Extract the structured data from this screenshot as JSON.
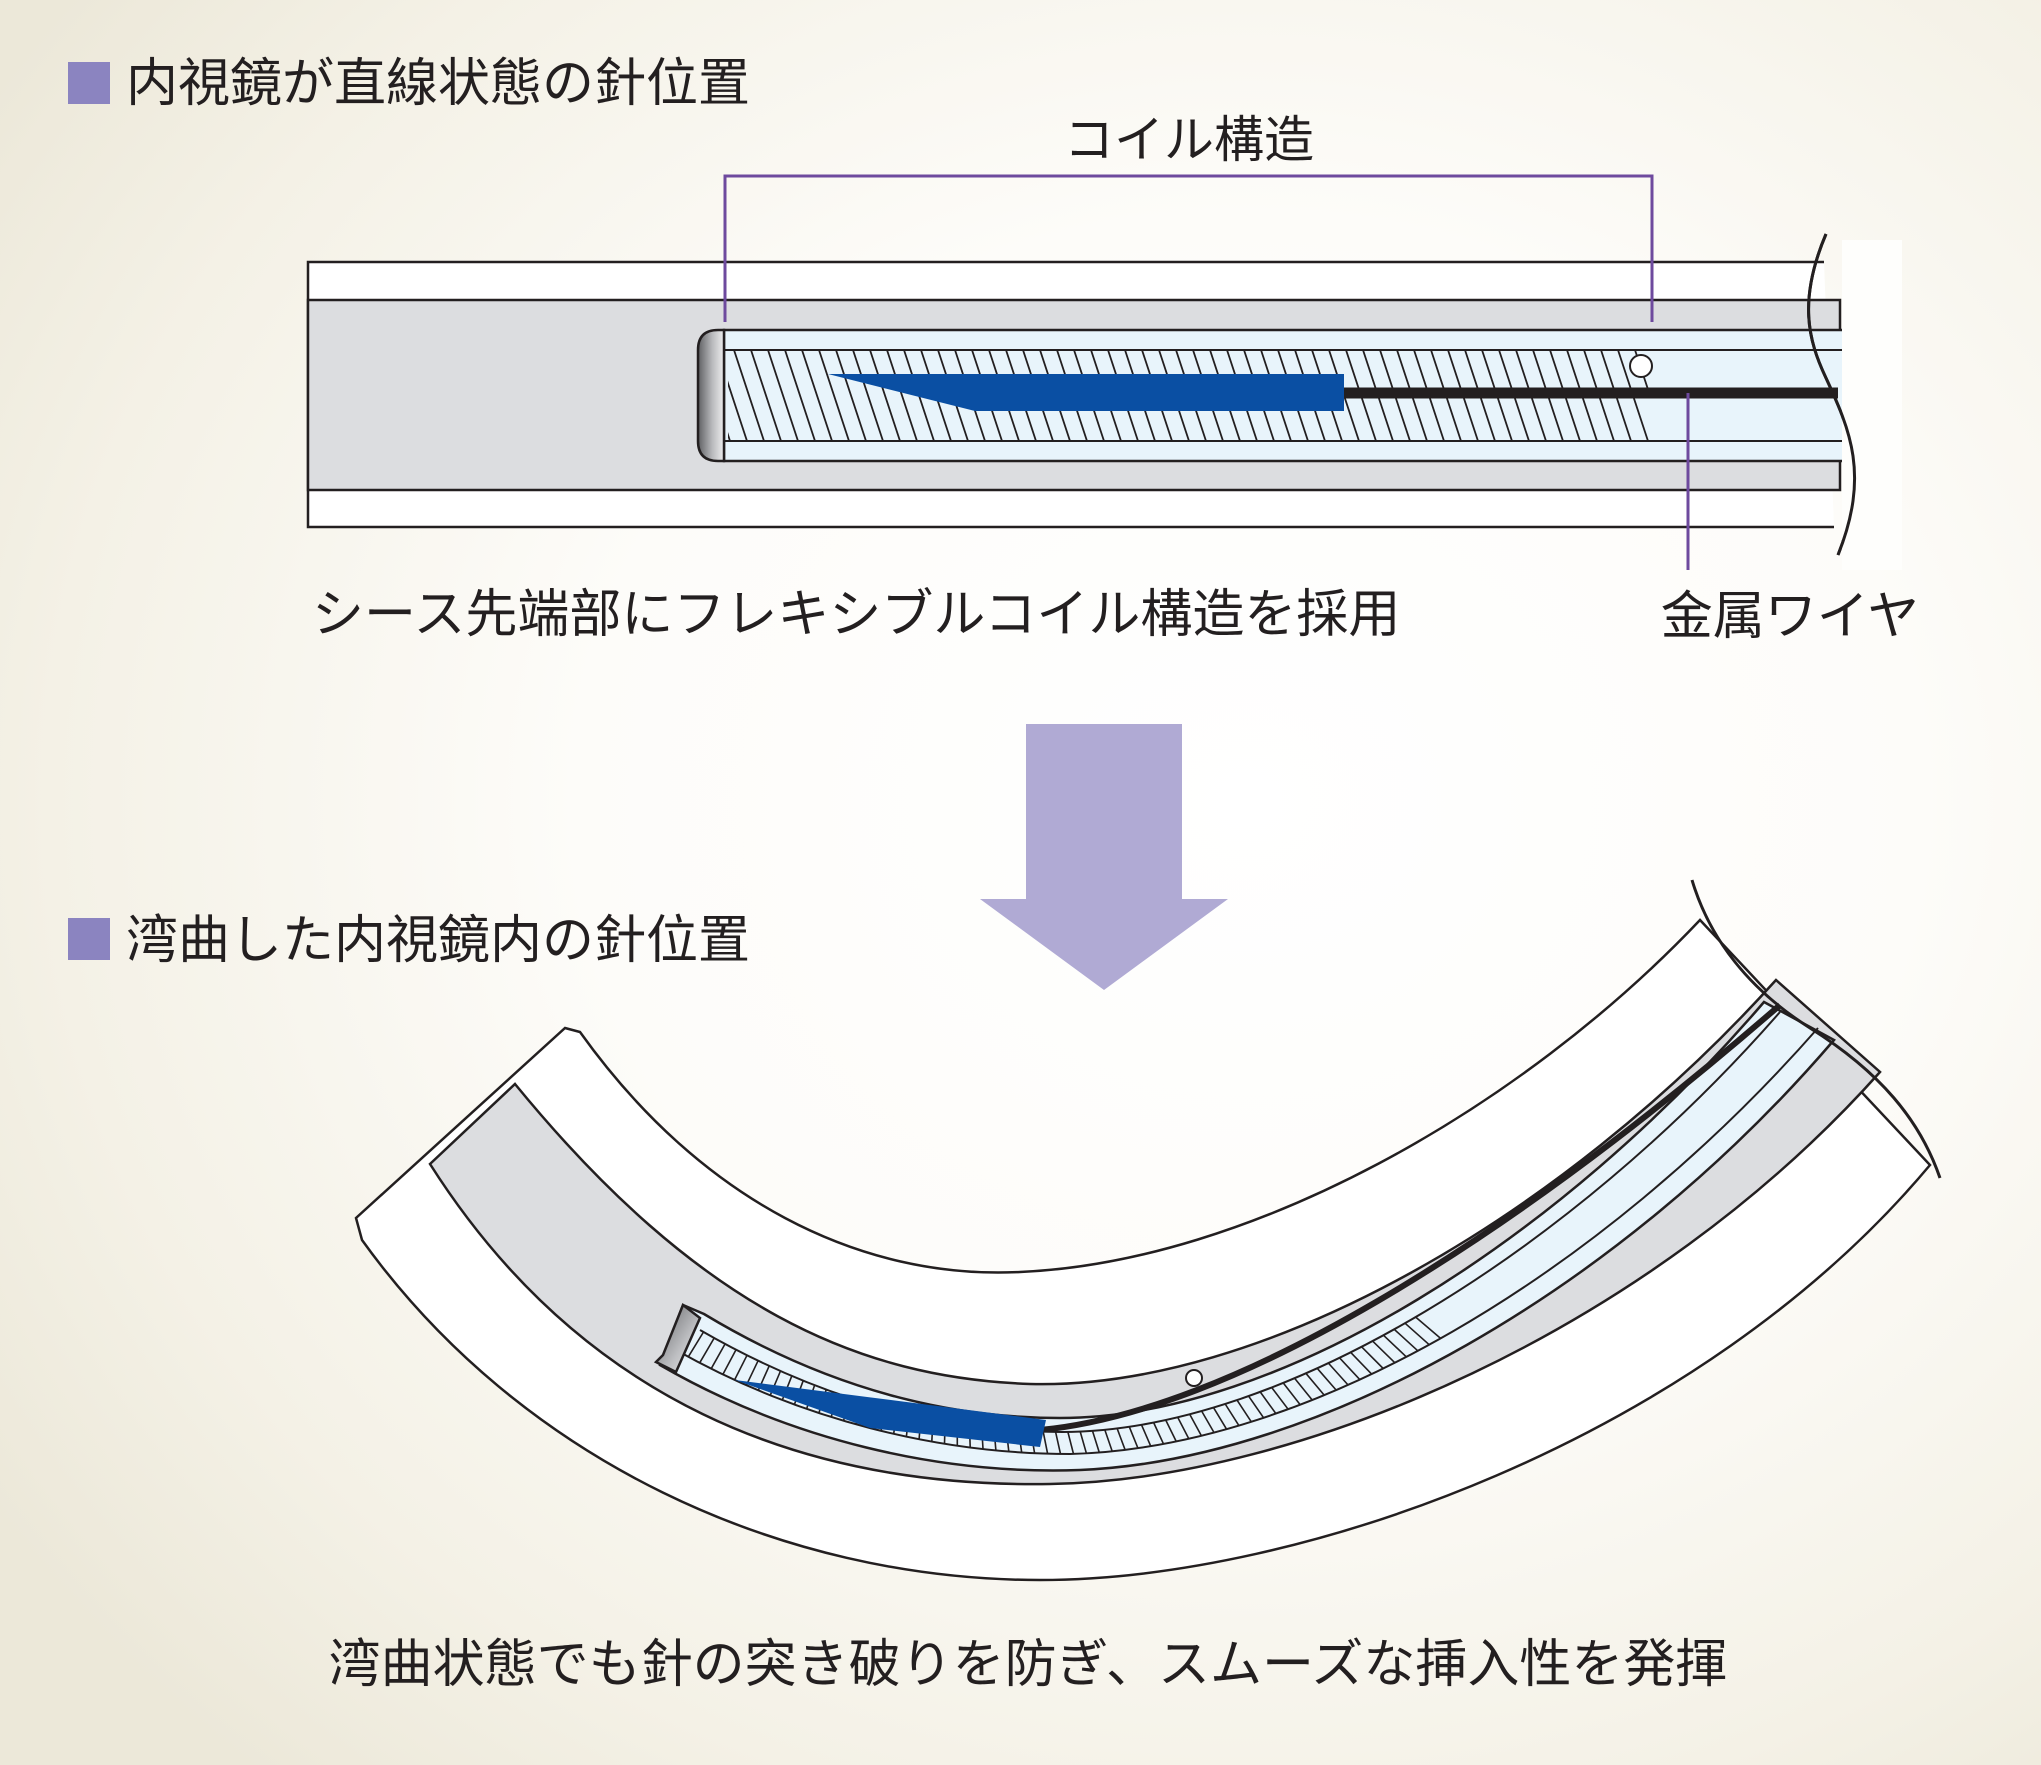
{
  "sections": {
    "straight": {
      "heading": "内視鏡が直線状態の針位置"
    },
    "curved": {
      "heading": "湾曲した内視鏡内の針位置"
    }
  },
  "labels": {
    "coil": "コイル構造",
    "wire": "金属ワイヤ",
    "caption_top": "シース先端部にフレキシブルコイル構造を採用",
    "caption_bottom": "湾曲状態でも針の突き破りを防ぎ、スムーズな挿入性を発揮"
  },
  "colors": {
    "bullet": "#8b84c0",
    "arrow": "#b0aad4",
    "needle": "#0a4fa3",
    "bracket": "#6e4a9e",
    "sheath_fill": "#e8f4fb",
    "channel_fill": "#dcdde0"
  }
}
